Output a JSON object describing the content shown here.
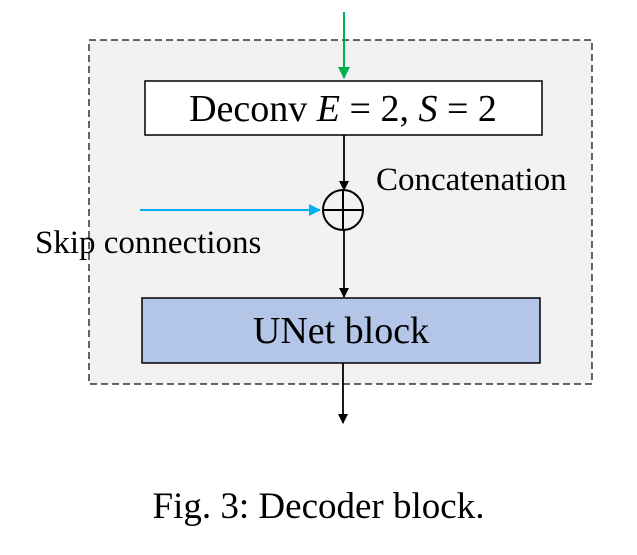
{
  "diagram": {
    "deconv_box": {
      "prefix": "Deconv ",
      "var1": "E",
      "eq1": " = 2, ",
      "var2": "S",
      "eq2": " = 2",
      "fill": "#ffffff"
    },
    "unet_box": {
      "label": "UNet block",
      "fill": "#b4c6e7"
    },
    "concat_label": "Concatenation",
    "skip_label": "Skip connections",
    "outer_box_fill": "#f2f2f2",
    "colors": {
      "input_arrow": "#00b050",
      "skip_arrow": "#00b0f0",
      "flow_arrow": "#000000"
    }
  },
  "caption": "Fig. 3: Decoder block."
}
